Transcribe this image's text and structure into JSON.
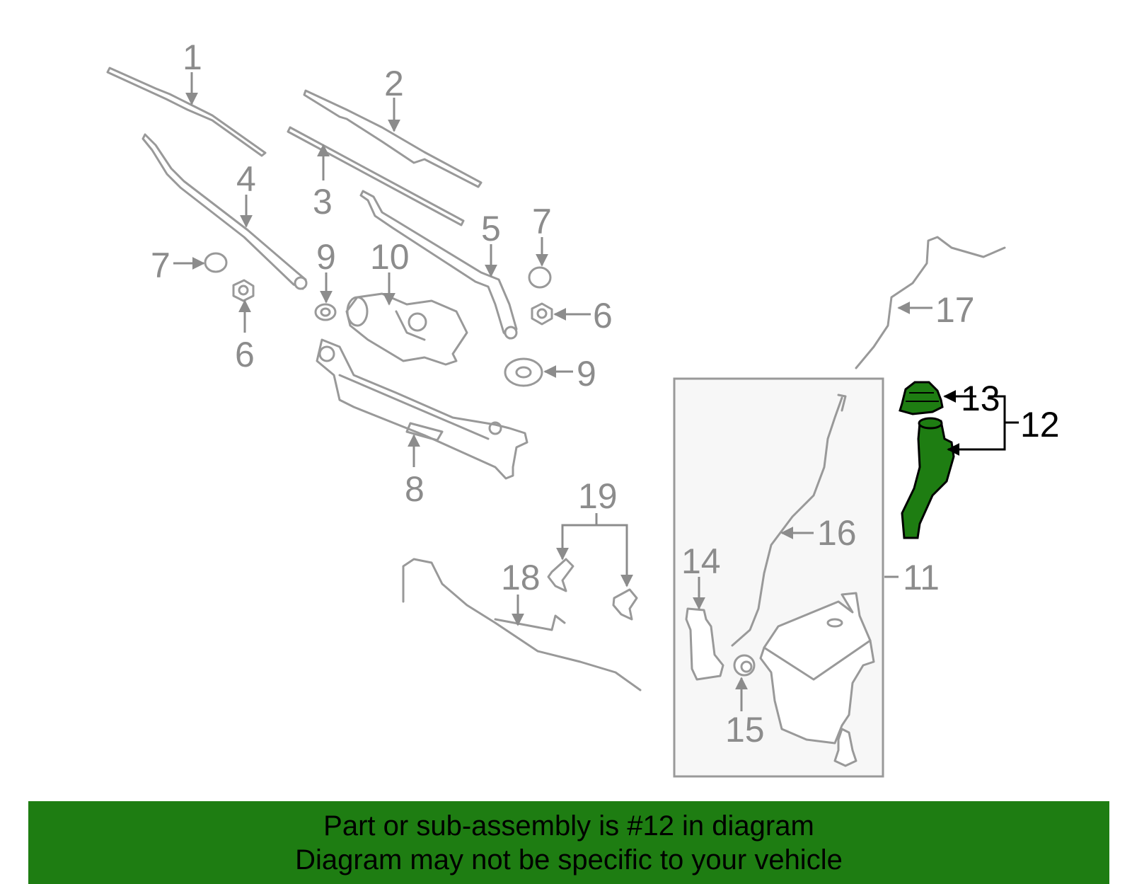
{
  "diagram": {
    "highlight_color": "#1e7d12",
    "part_color": "#999999",
    "callouts": [
      {
        "id": "c1",
        "text": "1"
      },
      {
        "id": "c2",
        "text": "2"
      },
      {
        "id": "c3",
        "text": "3"
      },
      {
        "id": "c4",
        "text": "4"
      },
      {
        "id": "c5",
        "text": "5"
      },
      {
        "id": "c6a",
        "text": "6"
      },
      {
        "id": "c6b",
        "text": "6"
      },
      {
        "id": "c7a",
        "text": "7"
      },
      {
        "id": "c7b",
        "text": "7"
      },
      {
        "id": "c8",
        "text": "8"
      },
      {
        "id": "c9a",
        "text": "9"
      },
      {
        "id": "c9b",
        "text": "9"
      },
      {
        "id": "c10",
        "text": "10"
      },
      {
        "id": "c11",
        "text": "11"
      },
      {
        "id": "c12",
        "text": "12"
      },
      {
        "id": "c13",
        "text": "13"
      },
      {
        "id": "c14",
        "text": "14"
      },
      {
        "id": "c15",
        "text": "15"
      },
      {
        "id": "c16",
        "text": "16"
      },
      {
        "id": "c17",
        "text": "17"
      },
      {
        "id": "c18",
        "text": "18"
      },
      {
        "id": "c19",
        "text": "19"
      }
    ]
  },
  "banner": {
    "background": "#1e7d12",
    "line1": "Part or sub-assembly is #12 in diagram",
    "line2": "Diagram may not be specific to your vehicle"
  }
}
